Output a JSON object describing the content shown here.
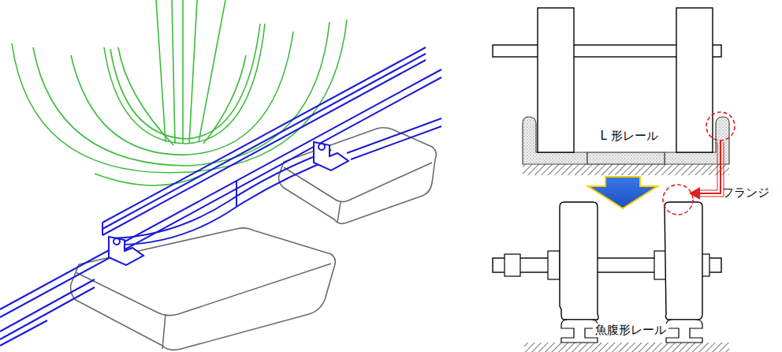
{
  "diagram": {
    "labels": [
      "L 形レール",
      "フランジ",
      "魚腹形レール"
    ]
  }
}
